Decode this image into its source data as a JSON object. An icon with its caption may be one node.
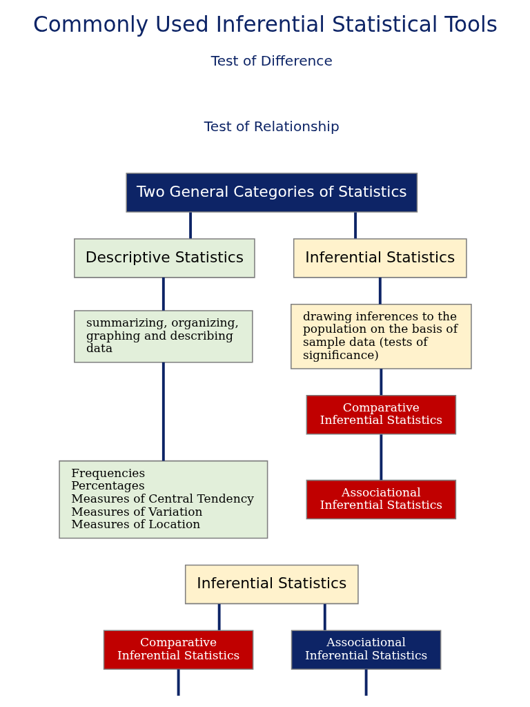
{
  "diagram": {
    "title": "Commonly Used Inferential Statistical Tools",
    "nodes": [
      {
        "text": [
          "Two General Categories of Statistics"
        ]
      },
      {
        "text": [
          "Descriptive Statistics"
        ]
      },
      {
        "text": [
          "Inferential Statistics"
        ]
      },
      {
        "text": [
          "summarizing, organizing, graphing and describing data"
        ]
      },
      {
        "text": [
          "Frequencies",
          "Percentages",
          "Measures of Central Tendency",
          "Measures of Variation",
          "Measures of Location"
        ]
      },
      {
        "text": [
          "drawing inferences to the population on the basis of sample data (tests of significance)"
        ]
      },
      {
        "text": [
          "Comparative Inferential Statistics"
        ]
      },
      {
        "text": [
          "Associational Inferential Statistics"
        ]
      },
      {
        "text": [
          "Inferential Statistics"
        ]
      },
      {
        "text": [
          "Comparative Inferential Statistics"
        ]
      },
      {
        "text": [
          "Associational Inferential Statistics"
        ]
      }
    ],
    "edges": [
      {
        "from": 0,
        "to": 1,
        "arrow": "none"
      },
      {
        "from": 0,
        "to": 2,
        "arrow": "none"
      },
      {
        "from": 1,
        "to": 3,
        "arrow": "none"
      },
      {
        "from": 3,
        "to": 4,
        "arrow": "none"
      },
      {
        "from": 2,
        "to": 5,
        "arrow": "none"
      },
      {
        "from": 5,
        "to": 6,
        "arrow": "none"
      },
      {
        "from": 6,
        "to": 7,
        "arrow": "none"
      },
      {
        "from": 8,
        "to": 9,
        "arrow": "none"
      },
      {
        "from": 8,
        "to": 10,
        "arrow": "none"
      },
      {
        "from": 9,
        "to": null,
        "arrow": "none"
      },
      {
        "from": 10,
        "to": null,
        "arrow": "none"
      }
    ],
    "labels": [
      "Test of Difference",
      "Test of Relationship"
    ]
  }
}
